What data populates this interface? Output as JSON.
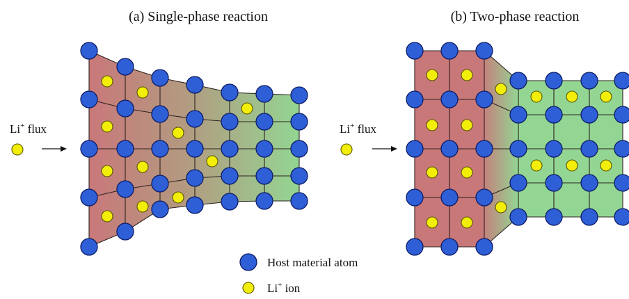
{
  "panel_a": {
    "title": "(a) Single-phase reaction",
    "flux_label": "Li",
    "flux_sup": "+",
    "flux_suffix": " flux"
  },
  "panel_b": {
    "title": "(b) Two-phase reaction",
    "flux_label": "Li",
    "flux_sup": "+",
    "flux_suffix": " flux"
  },
  "legend": {
    "host_label": "Host material atom",
    "ion_label_main": "Li",
    "ion_label_sup": "+",
    "ion_label_suffix": " ion"
  },
  "colors": {
    "host_atom": "#2f5fd6",
    "li_ion": "#f2ee0a",
    "lithiated_phase": "#c9787a",
    "delithiated_phase": "#93d693"
  }
}
